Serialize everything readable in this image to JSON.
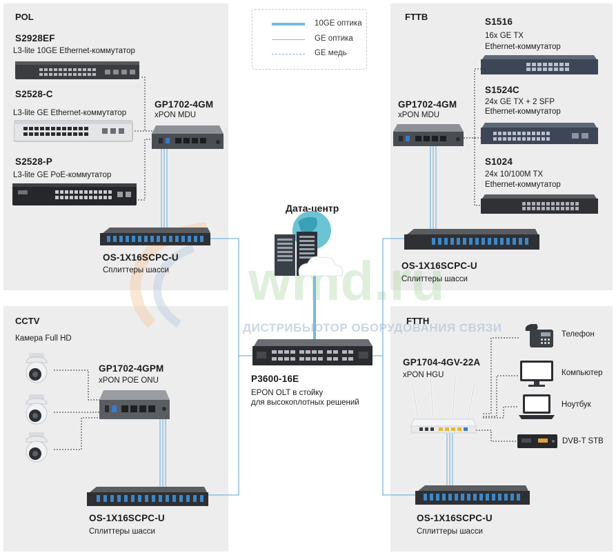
{
  "legend": {
    "items": [
      {
        "label": "10GE оптика",
        "style": "thick"
      },
      {
        "label": "GE оптика",
        "style": "thin"
      },
      {
        "label": "GE медь",
        "style": "dashed"
      }
    ]
  },
  "colors": {
    "panel": "#ededee",
    "fiber": "#7ab8dc",
    "copper": "#333333",
    "watermark_green": "#a8d8a0",
    "watermark_blue": "#b5c8de"
  },
  "watermark": {
    "logo": "wmd.ru",
    "tagline": "ДИСТРИБЬЮТОР ОБОРУДОВАНИЯ СВЯЗИ"
  },
  "center": {
    "datacenter": "Дата-центр",
    "olt": {
      "model": "P3600-16E",
      "desc1": "EPON OLT в стойку",
      "desc2": "для высокоплотных решений"
    }
  },
  "pol": {
    "title": "POL",
    "s2928ef": {
      "model": "S2928EF",
      "desc": "L3-lite 10GE Ethernet-коммутатор"
    },
    "s2528c": {
      "model": "S2528-C",
      "desc": "L3-lite GE Ethernet-коммутатор"
    },
    "s2528p": {
      "model": "S2528-P",
      "desc": "L3-lite GE PoE-коммутатор"
    },
    "mdu": {
      "model": "GP1702-4GM",
      "desc": "xPON MDU"
    },
    "splitter": {
      "model": "OS-1X16SCPC-U",
      "desc": "Сплиттеры шасси"
    }
  },
  "fttb": {
    "title": "FTTB",
    "s1516": {
      "model": "S1516",
      "desc1": "16x GE TX",
      "desc2": "Ethernet-коммутатор"
    },
    "s1524c": {
      "model": "S1524C",
      "desc1": "24x GE TX + 2 SFP",
      "desc2": "Ethernet-коммутатор"
    },
    "s1024": {
      "model": "S1024",
      "desc1": "24x 10/100M TX",
      "desc2": "Ethernet-коммутатор"
    },
    "mdu": {
      "model": "GP1702-4GM",
      "desc": "xPON MDU"
    },
    "splitter": {
      "model": "OS-1X16SCPC-U",
      "desc": "Сплиттеры шасси"
    }
  },
  "cctv": {
    "title": "CCTV",
    "camera": "Камера Full HD",
    "onu": {
      "model": "GP1702-4GPM",
      "desc": "xPON POE ONU"
    },
    "splitter": {
      "model": "OS-1X16SCPC-U",
      "desc": "Сплиттеры шасси"
    }
  },
  "ftth": {
    "title": "FTTH",
    "hgu": {
      "model": "GP1704-4GV-22A",
      "desc": "xPON HGU"
    },
    "phone": "Телефон",
    "computer": "Компьютер",
    "laptop": "Ноутбук",
    "stb": "DVB-T STB",
    "splitter": {
      "model": "OS-1X16SCPC-U",
      "desc": "Сплиттеры шасси"
    }
  }
}
